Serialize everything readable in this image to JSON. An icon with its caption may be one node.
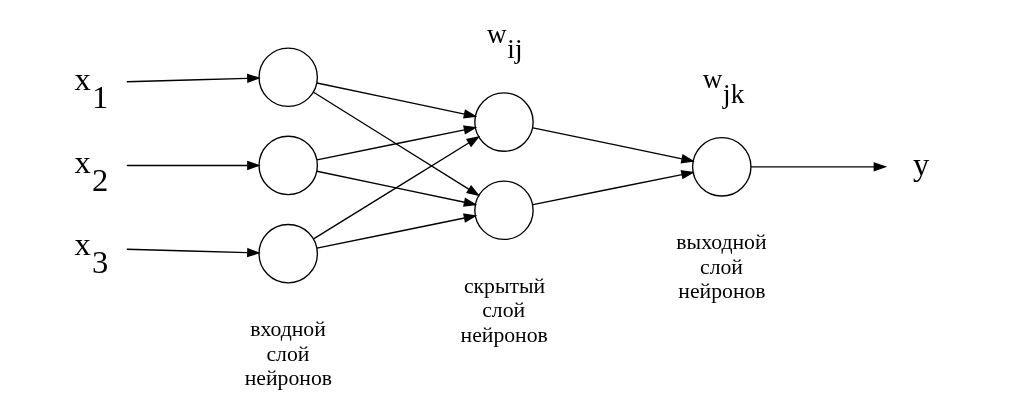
{
  "diagram": {
    "nodes": [
      {
        "text": [
          "x$_{1}$"
        ]
      },
      {
        "text": [
          "x$_{2}$"
        ]
      },
      {
        "text": [
          "x$_{3}$"
        ]
      },
      {
        "text": [],
        "shape": "circle"
      },
      {
        "text": [],
        "shape": "circle"
      },
      {
        "text": [],
        "shape": "circle"
      },
      {
        "text": [],
        "shape": "circle"
      },
      {
        "text": [],
        "shape": "circle"
      },
      {
        "text": [],
        "shape": "circle"
      },
      {
        "text": [
          "y"
        ]
      }
    ],
    "edges": [
      {
        "from": 0,
        "to": 3,
        "arrow": "to"
      },
      {
        "from": 1,
        "to": 4,
        "arrow": "to"
      },
      {
        "from": 2,
        "to": 5,
        "arrow": "to"
      },
      {
        "from": 3,
        "to": 6,
        "arrow": "to"
      },
      {
        "from": 3,
        "to": 7,
        "arrow": "to"
      },
      {
        "from": 4,
        "to": 6,
        "arrow": "to"
      },
      {
        "from": 4,
        "to": 7,
        "arrow": "to"
      },
      {
        "from": 5,
        "to": 6,
        "arrow": "to"
      },
      {
        "from": 5,
        "to": 7,
        "arrow": "to"
      },
      {
        "from": 6,
        "to": 8,
        "arrow": "to"
      },
      {
        "from": 7,
        "to": 8,
        "arrow": "to"
      },
      {
        "from": 8,
        "to": 9,
        "arrow": "to"
      }
    ],
    "labels": [
      "w$_{ij}$",
      "w$_{jk}$",
      "входной слой нейронов",
      "скрытый слой нейронов",
      "выходной слой нейронов"
    ]
  }
}
